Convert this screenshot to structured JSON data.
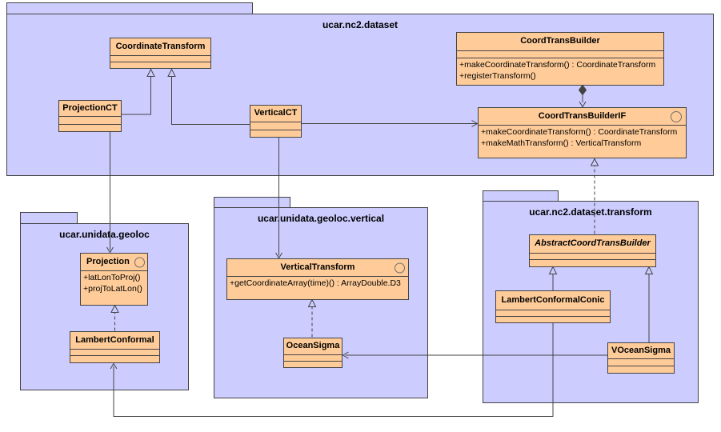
{
  "diagram_title": "UML class diagram - ucar nc2 coordinate transform packages",
  "colors": {
    "package_fill": "#ccccff",
    "class_fill": "#ffcc99",
    "line": "#434343",
    "text": "#000000",
    "interface_circle": "#6e6e6e",
    "background": "#ffffff"
  },
  "packages": {
    "dataset": {
      "label": "ucar.nc2.dataset"
    },
    "geoloc": {
      "label": "ucar.unidata.geoloc"
    },
    "geolocVertical": {
      "label": "ucar.unidata.geoloc.vertical"
    },
    "transform": {
      "label": "ucar.nc2.dataset.transform"
    }
  },
  "classes": {
    "coordinateTransform": {
      "name": "CoordinateTransform"
    },
    "projectionCT": {
      "name": "ProjectionCT"
    },
    "verticalCT": {
      "name": "VerticalCT"
    },
    "coordTransBuilder": {
      "name": "CoordTransBuilder",
      "methods": [
        "+makeCoordinateTransform() : CoordinateTransform",
        "+registerTransform()"
      ]
    },
    "coordTransBuilderIF": {
      "name": "CoordTransBuilderIF",
      "kind": "interface",
      "methods": [
        "+makeCoordinateTransform() : CoordinateTransform",
        "+makeMathTransform() : VerticalTransform"
      ]
    },
    "projection": {
      "name": "Projection",
      "kind": "interface",
      "methods": [
        "+latLonToProj()",
        "+projToLatLon()"
      ]
    },
    "lambertConformal": {
      "name": "LambertConformal"
    },
    "verticalTransform": {
      "name": "VerticalTransform",
      "kind": "interface",
      "methods": [
        "+getCoordinateArray(time)() : ArrayDouble.D3"
      ]
    },
    "oceanSigma": {
      "name": "OceanSigma"
    },
    "abstractCoordTransBuilder": {
      "name": "AbstractCoordTransBuilder",
      "kind": "abstract"
    },
    "lambertConformalConic": {
      "name": "LambertConformalConic"
    },
    "vOceanSigma": {
      "name": "VOceanSigma"
    }
  },
  "relations": [
    {
      "from": "ProjectionCT",
      "to": "CoordinateTransform",
      "type": "generalization"
    },
    {
      "from": "VerticalCT",
      "to": "CoordinateTransform",
      "type": "generalization"
    },
    {
      "from": "VerticalCT",
      "to": "CoordTransBuilderIF",
      "type": "association"
    },
    {
      "from": "CoordTransBuilder",
      "to": "CoordTransBuilderIF",
      "type": "composition"
    },
    {
      "from": "AbstractCoordTransBuilder",
      "to": "CoordTransBuilderIF",
      "type": "realization"
    },
    {
      "from": "ProjectionCT",
      "to": "Projection",
      "type": "association"
    },
    {
      "from": "VerticalCT",
      "to": "VerticalTransform",
      "type": "association"
    },
    {
      "from": "LambertConformal",
      "to": "Projection",
      "type": "realization"
    },
    {
      "from": "OceanSigma",
      "to": "VerticalTransform",
      "type": "realization"
    },
    {
      "from": "LambertConformalConic",
      "to": "AbstractCoordTransBuilder",
      "type": "generalization"
    },
    {
      "from": "VOceanSigma",
      "to": "AbstractCoordTransBuilder",
      "type": "generalization"
    },
    {
      "from": "LambertConformalConic",
      "to": "LambertConformal",
      "type": "association"
    },
    {
      "from": "VOceanSigma",
      "to": "OceanSigma",
      "type": "association"
    }
  ]
}
